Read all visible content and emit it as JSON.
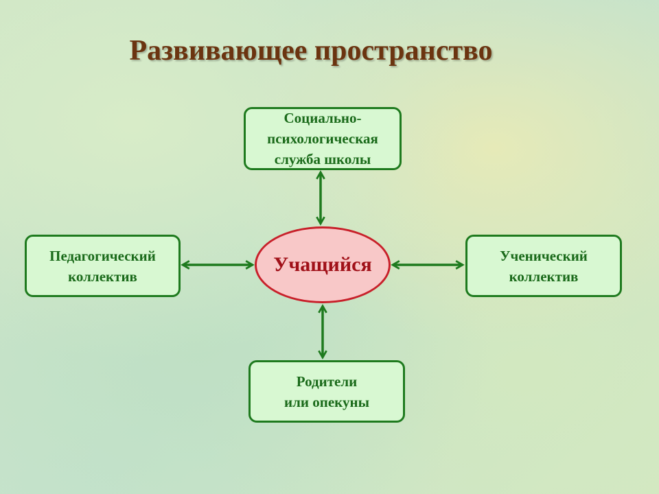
{
  "title": "Развивающее пространство",
  "center": "Учащийся",
  "nodes": {
    "top": [
      "Социально-",
      "психологическая",
      "служба школы"
    ],
    "left": [
      "Педагогический",
      "коллектив"
    ],
    "right": [
      "Ученический",
      "коллектив"
    ],
    "bottom": [
      "Родители",
      "или опекуны"
    ]
  },
  "colors": {
    "title": "#6b3410",
    "box_border": "#1e7a1e",
    "box_fill": "#d8f8d2",
    "center_border": "#c8202a",
    "center_fill": "#f8c8c8",
    "arrow": "#1e7a1e"
  }
}
